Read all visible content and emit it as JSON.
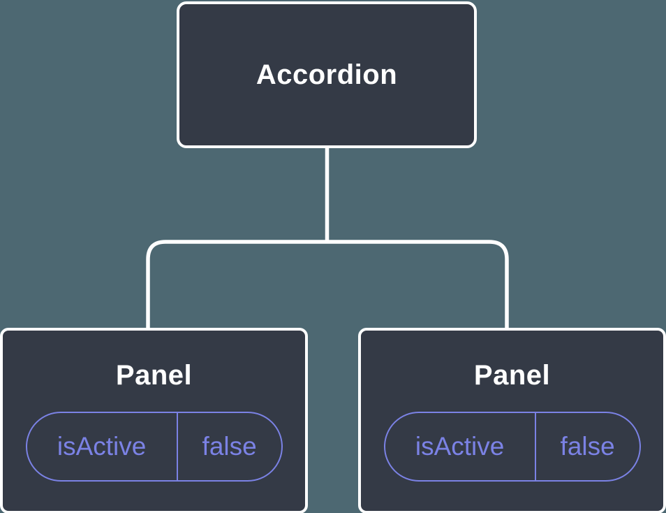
{
  "diagram": {
    "type": "component-tree",
    "colors": {
      "background": "#4d6872",
      "node_fill": "#343a46",
      "node_border": "#ffffff",
      "connector": "#ffffff",
      "state_accent": "#7b82e5",
      "title_text": "#ffffff"
    },
    "root": {
      "label": "Accordion"
    },
    "children": [
      {
        "label": "Panel",
        "state": {
          "key": "isActive",
          "value": "false"
        }
      },
      {
        "label": "Panel",
        "state": {
          "key": "isActive",
          "value": "false"
        }
      }
    ]
  }
}
